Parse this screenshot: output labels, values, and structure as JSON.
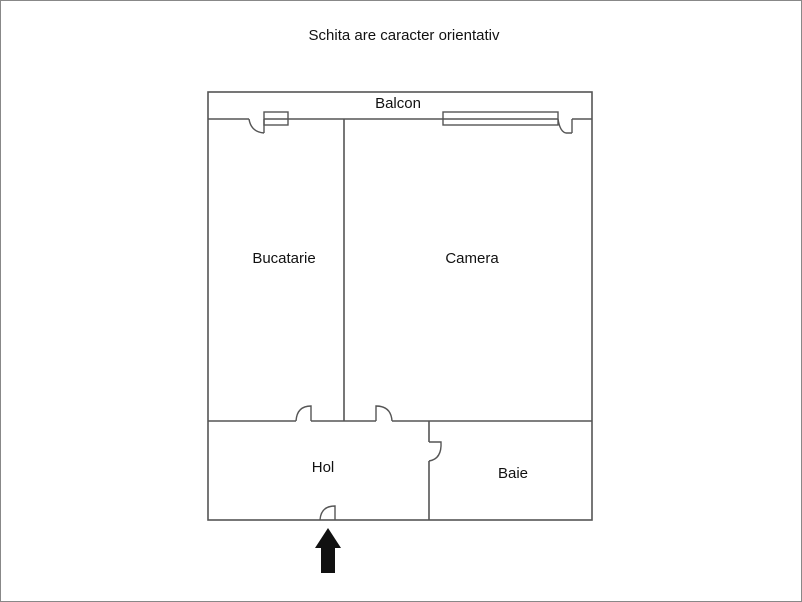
{
  "title": "Schita are caracter orientativ",
  "rooms": {
    "balcon": "Balcon",
    "bucatarie": "Bucatarie",
    "camera": "Camera",
    "hol": "Hol",
    "baie": "Baie"
  },
  "colors": {
    "wall": "#555555",
    "arrow": "#111111"
  }
}
